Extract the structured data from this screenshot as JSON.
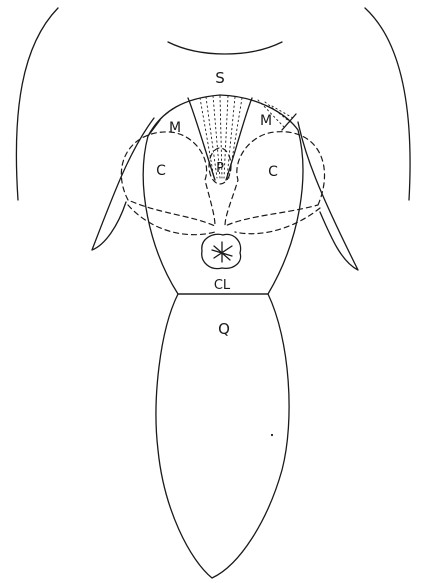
{
  "labels": {
    "s": "S",
    "m_left": "M",
    "m_right": "M",
    "p": "P",
    "c_left": "C",
    "c_right": "C",
    "cl": "CL",
    "q": "Q"
  }
}
